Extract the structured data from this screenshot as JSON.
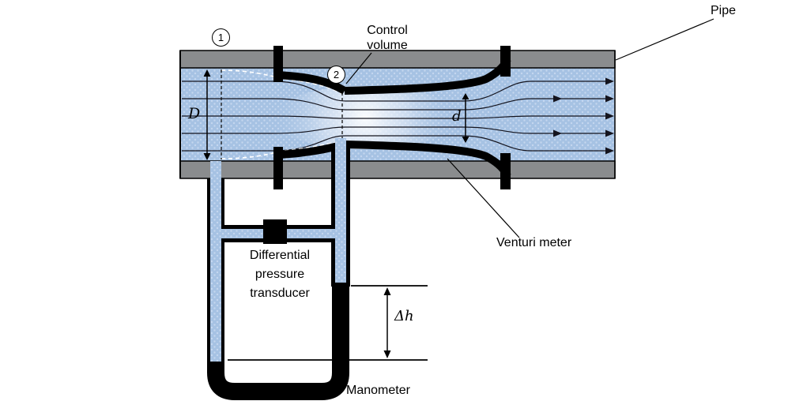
{
  "labels": {
    "pipe": "Pipe",
    "control_volume_1": "Control",
    "control_volume_2": "volume",
    "venturi_meter": "Venturi meter",
    "transducer_1": "Differential",
    "transducer_2": "pressure",
    "transducer_3": "transducer",
    "manometer": "Manometer",
    "diameter_pipe": "D",
    "diameter_throat": "d",
    "delta_h": "Δh",
    "station_1": "1",
    "station_2": "2"
  },
  "colors": {
    "fluid": "#a6c2e3",
    "fluid_dots": "#c4d6ee",
    "pipe_wall_gray": "#8a8c8e",
    "wall_black": "#000000",
    "background": "#ffffff"
  }
}
